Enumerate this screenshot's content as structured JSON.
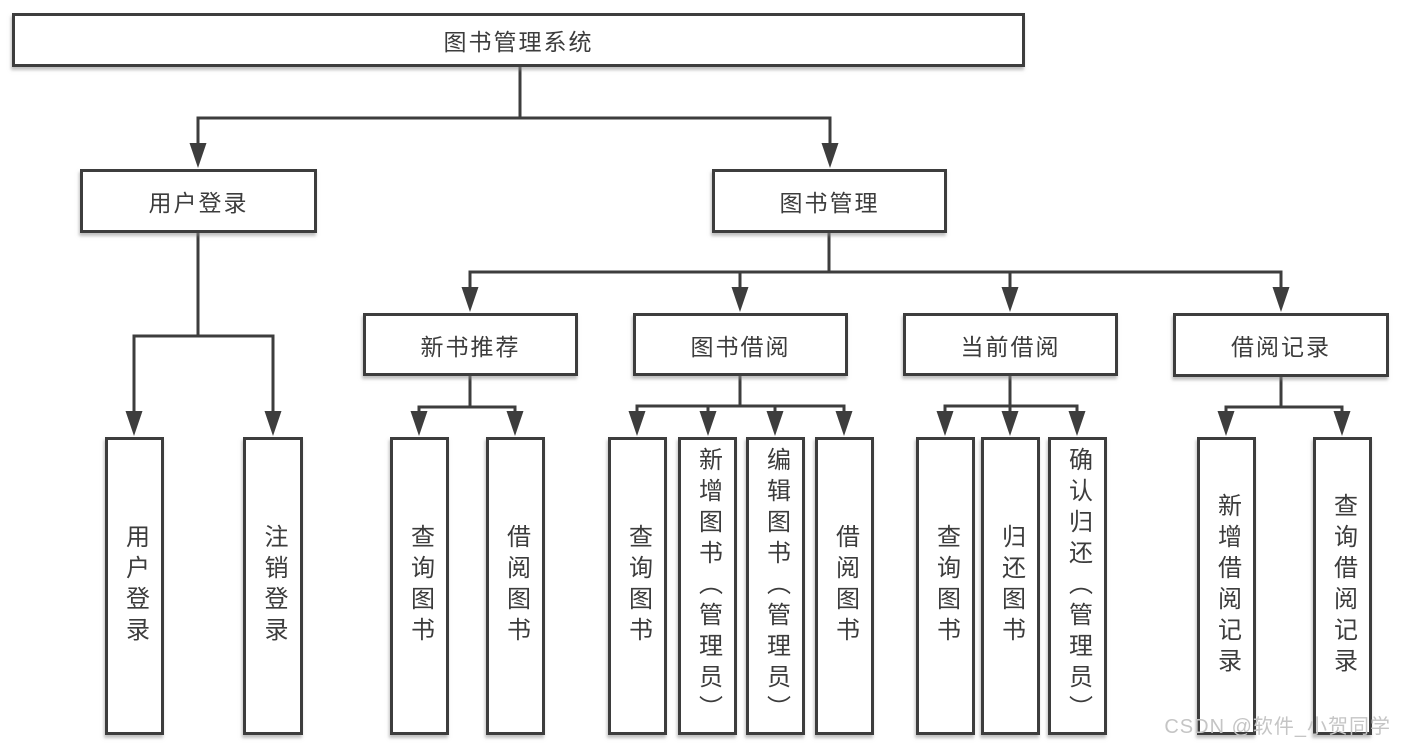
{
  "diagram": {
    "type": "hierarchy",
    "root": {
      "label": "图书管理系统"
    },
    "branches": [
      {
        "label": "用户登录",
        "children": [
          {
            "label": "用户登录"
          },
          {
            "label": "注销登录"
          }
        ]
      },
      {
        "label": "图书管理",
        "sections": [
          {
            "label": "新书推荐",
            "children": [
              {
                "label": "查询图书"
              },
              {
                "label": "借阅图书"
              }
            ]
          },
          {
            "label": "图书借阅",
            "children": [
              {
                "label": "查询图书"
              },
              {
                "label": "新增图书（管理员）"
              },
              {
                "label": "编辑图书（管理员）"
              },
              {
                "label": "借阅图书"
              }
            ]
          },
          {
            "label": "当前借阅",
            "children": [
              {
                "label": "查询图书"
              },
              {
                "label": "归还图书"
              },
              {
                "label": "确认归还（管理员）"
              }
            ]
          },
          {
            "label": "借阅记录",
            "children": [
              {
                "label": "新增借阅记录"
              },
              {
                "label": "查询借阅记录"
              }
            ]
          }
        ]
      }
    ]
  },
  "watermark": {
    "text": "CSDN @软件_小贺同学",
    "color": "#c5c5c5"
  },
  "colors": {
    "line": "#3d3d3d",
    "box_border": "#3d3d3d",
    "box_fill": "#ffffff",
    "text": "#3c3c3c"
  }
}
